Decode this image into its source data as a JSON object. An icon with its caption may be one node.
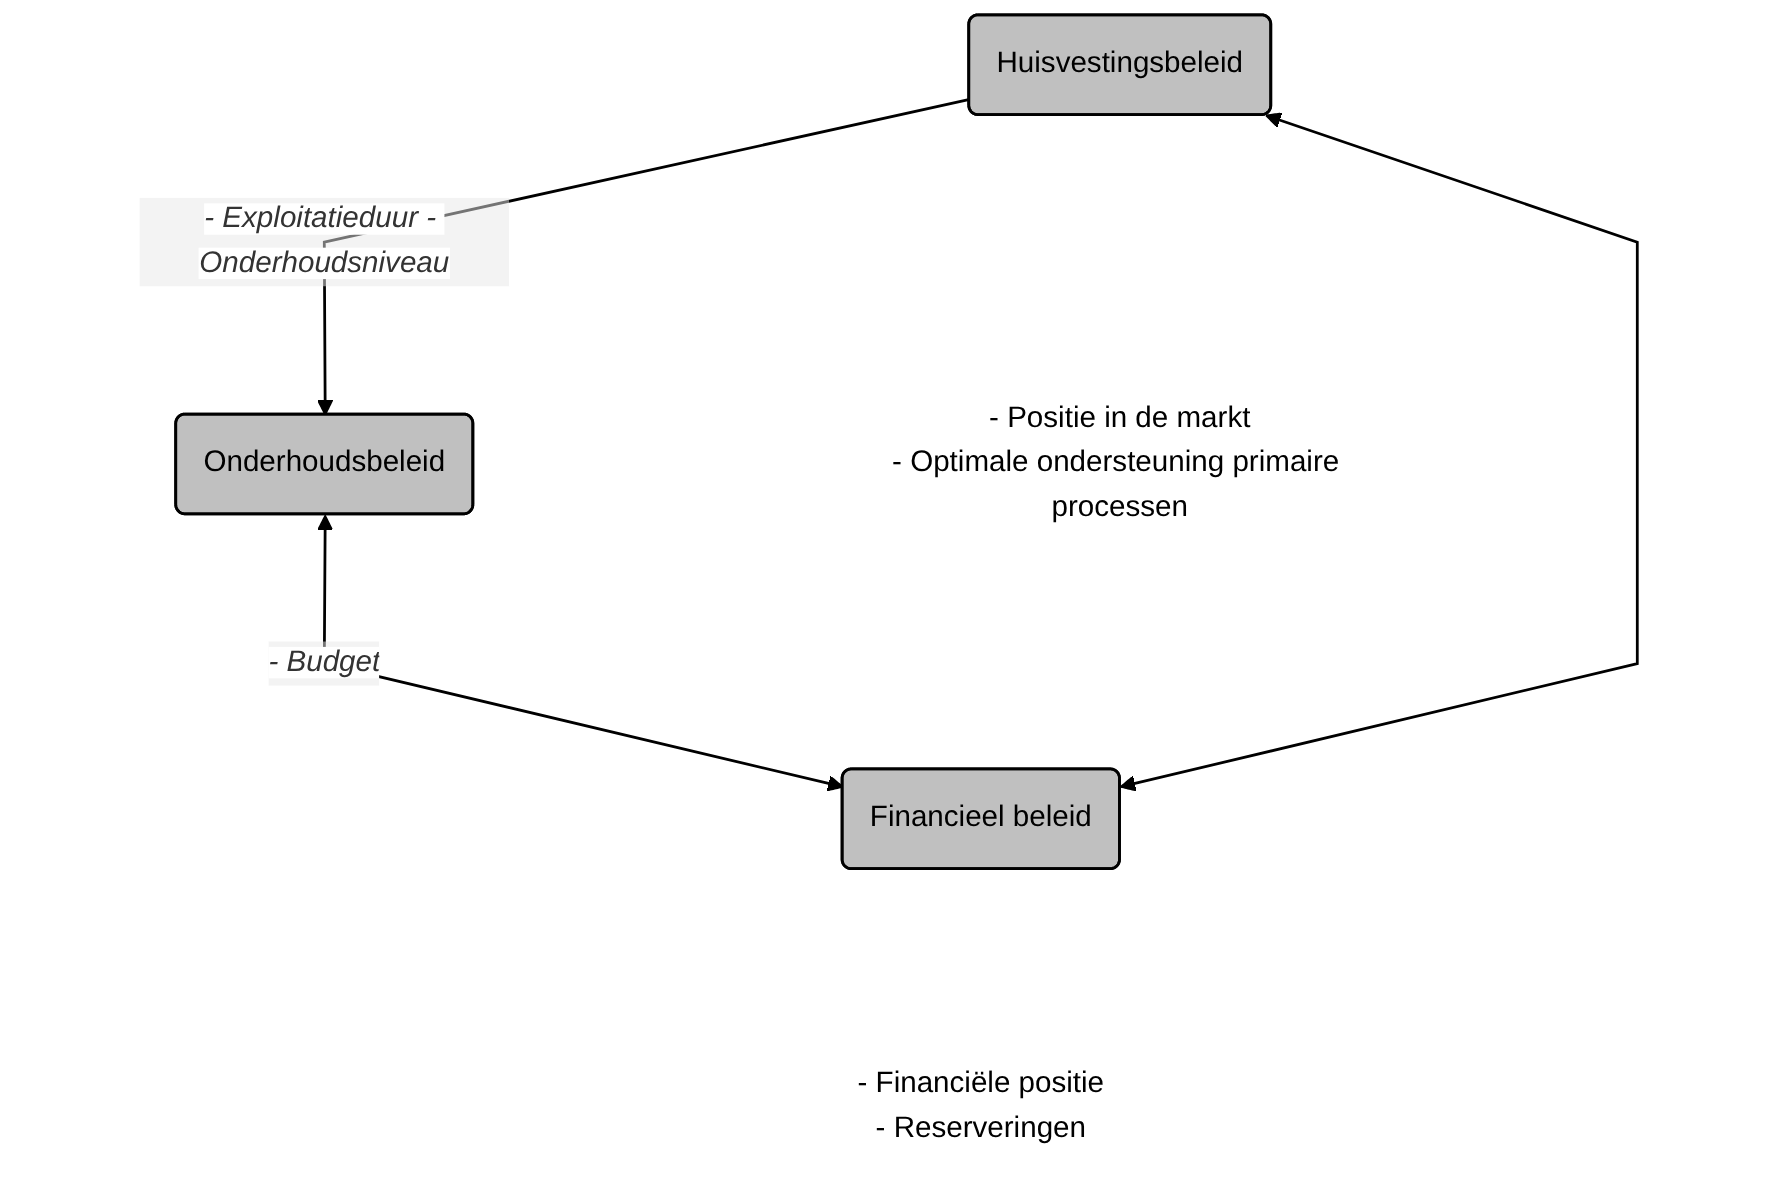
{
  "diagram": {
    "nodes": [
      {
        "text": [
          "Onderhoudsbeleid"
        ]
      },
      {
        "text": [
          "Huisvestingsbeleid"
        ],
        "beside": [
          "- Positie in de markt",
          "- Optimale ondersteuning primaire processen"
        ]
      },
      {
        "text": [
          "Financieel beleid"
        ],
        "beside": [
          "- Financiële positie",
          "- Reserveringen"
        ]
      }
    ],
    "edges": [
      {
        "from": 1,
        "to": 0,
        "arrow": "to",
        "label": "- Exploitatieduur - Onderhoudsniveau"
      },
      {
        "from": 0,
        "to": 2,
        "arrow": "both",
        "label": "- Budget"
      },
      {
        "from": 1,
        "to": 2,
        "arrow": "both"
      }
    ]
  }
}
